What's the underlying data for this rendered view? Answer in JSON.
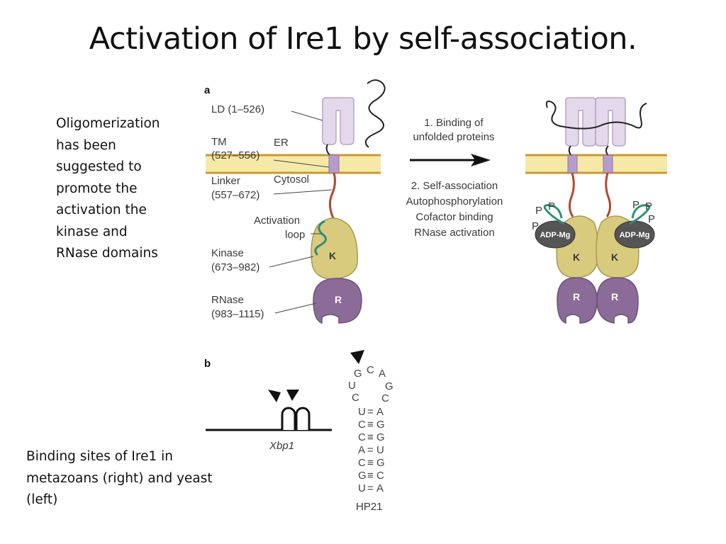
{
  "title": "Activation of Ire1 by self-association.",
  "side_text": {
    "oligomerization": [
      "Oligomerization",
      "has been",
      "suggested to",
      "promote the",
      "activation the",
      "kinase and",
      "RNase domains"
    ],
    "binding_sites": [
      "Binding sites of Ire1 in",
      "metazoans (right) and yeast",
      "(left)"
    ]
  },
  "figure_a": {
    "panel_label": "a",
    "domain_labels": [
      {
        "name": "LD",
        "range": "(1–526)"
      },
      {
        "name": "TM",
        "range": "(527–556)"
      },
      {
        "name": "Linker",
        "range": "(557–672)"
      },
      {
        "name": "Kinase",
        "range": "(673–982)"
      },
      {
        "name": "RNase",
        "range": "(983–1115)"
      }
    ],
    "compartments": {
      "er": "ER",
      "cytosol": "Cytosol"
    },
    "activation_loop": [
      "Activation",
      "loop"
    ],
    "step1": [
      "1. Binding of",
      "unfolded proteins"
    ],
    "step2": [
      "2. Self-association",
      "Autophosphorylation",
      "Cofactor binding",
      "RNase activation"
    ],
    "kinase_letter": "K",
    "rnase_letter": "R",
    "phospho": "P",
    "cofactor": "ADP-Mg"
  },
  "figure_b": {
    "panel_label": "b",
    "gene_label": "Xbp1",
    "hairpin_label": "HP21",
    "loop_nts": [
      "G",
      "C",
      "A",
      "U",
      "G",
      "C",
      "C"
    ],
    "stem_pairs": [
      {
        "left": "U",
        "bond": "=",
        "right": "A"
      },
      {
        "left": "C",
        "bond": "≡",
        "right": "G"
      },
      {
        "left": "C",
        "bond": "≡",
        "right": "G"
      },
      {
        "left": "A",
        "bond": "=",
        "right": "U"
      },
      {
        "left": "C",
        "bond": "≡",
        "right": "G"
      },
      {
        "left": "G",
        "bond": "≡",
        "right": "C"
      },
      {
        "left": "U",
        "bond": "=",
        "right": "A"
      }
    ]
  },
  "colors": {
    "membrane": "#f6e9a8",
    "membrane_line": "#c79a2f",
    "luminal_domain": "#e4d9ec",
    "tm_segment": "#b59ccb",
    "linker": "#b0482b",
    "kinase": "#d8cb7e",
    "rnase": "#8b6b98",
    "activation_loop": "#2f8d76",
    "cofactor": "#555555"
  }
}
